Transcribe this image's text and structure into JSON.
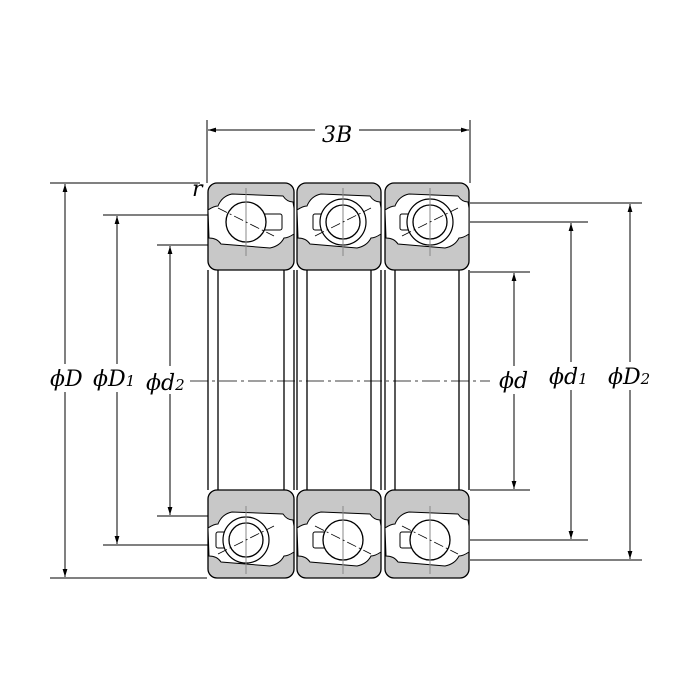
{
  "title": "Triple angular contact ball bearing dimensions",
  "labels": {
    "width": "3B",
    "chamfer": "r",
    "outer_diameter": {
      "symbol": "ϕD",
      "sub": ""
    },
    "outer_ring_shoulder_d1": {
      "symbol": "ϕD",
      "sub": "1"
    },
    "inner_ring_shoulder_d2": {
      "symbol": "ϕd",
      "sub": "2"
    },
    "bore": {
      "symbol": "ϕd",
      "sub": ""
    },
    "inner_ring_shoulder_d1": {
      "symbol": "ϕd",
      "sub": "1"
    },
    "outer_ring_shoulder_D2": {
      "symbol": "ϕD",
      "sub": "2"
    }
  },
  "colors": {
    "ring_fill": "#c8c8c8",
    "line": "#000000",
    "axis": "#888888"
  }
}
